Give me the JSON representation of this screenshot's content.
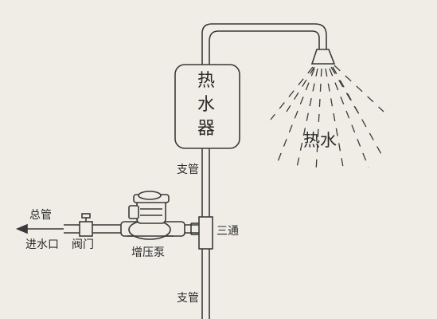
{
  "heater": {
    "chars": [
      "热",
      "水",
      "器"
    ]
  },
  "labels": {
    "hot_water": "热水",
    "branch_pipe_upper": "支管",
    "branch_pipe_lower": "支管",
    "main_pipe": "总管",
    "water_inlet": "进水口",
    "valve": "阀门",
    "booster_pump": "增压泵",
    "tee": "三通"
  },
  "colors": {
    "background": "#efede6",
    "line": "#3a3a3a"
  }
}
